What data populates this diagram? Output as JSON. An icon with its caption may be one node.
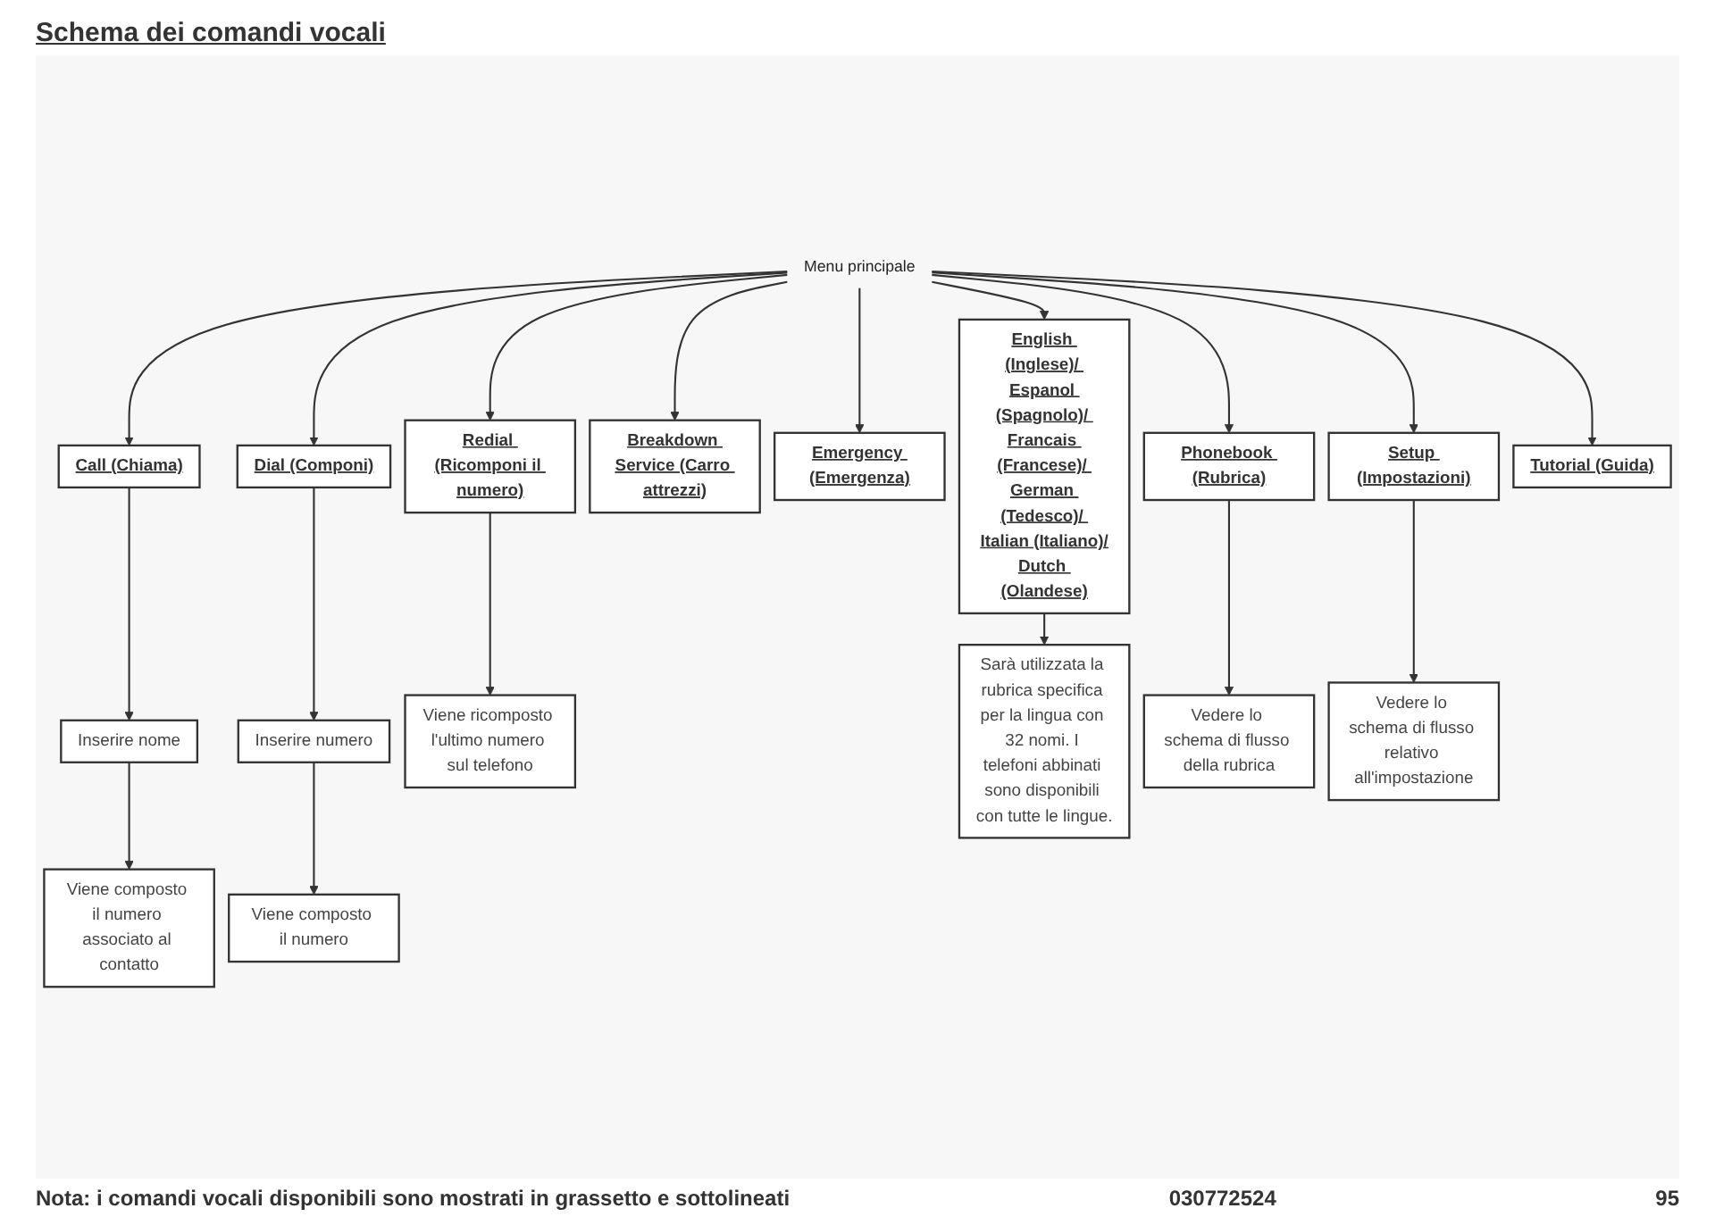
{
  "diagram": {
    "title": "Schema dei comandi vocali",
    "nodes": [
      {
        "text": [
          "Menu principale"
        ]
      },
      {
        "text": [
          "Call (Chiama)"
        ]
      },
      {
        "text": [
          "Dial (Componi)"
        ]
      },
      {
        "text": [
          "Redial (Ricomponi il numero)"
        ]
      },
      {
        "text": [
          "Breakdown Service (Carro attrezzi)"
        ]
      },
      {
        "text": [
          "Emergency (Emergenza)"
        ]
      },
      {
        "text": [
          "English (Inglese)/ Espanol (Spagnolo)/ Francais (Francese)/ German (Tedesco)/ Italian (Italiano)/",
          "Dutch (Olandese)"
        ]
      },
      {
        "text": [
          "Phonebook (Rubrica)"
        ]
      },
      {
        "text": [
          "Setup (Impostazioni)"
        ]
      },
      {
        "text": [
          "Tutorial (Guida)"
        ]
      },
      {
        "text": [
          "Inserire nome"
        ]
      },
      {
        "text": [
          "Inserire numero"
        ]
      },
      {
        "text": [
          "Viene ricomposto l'ultimo numero sul telefono"
        ]
      },
      {
        "text": [
          "Sarà utilizzata la rubrica specifica per la lingua con 32 nomi. I telefoni abbinati sono disponibili con tutte le lingue."
        ]
      },
      {
        "text": [
          "Vedere lo schema di flusso della rubrica"
        ]
      },
      {
        "text": [
          "Vedere lo schema di flusso relativo all'impostazione"
        ]
      },
      {
        "text": [
          "Viene composto il numero associato al contatto"
        ]
      },
      {
        "text": [
          "Viene composto il numero"
        ]
      }
    ],
    "edges": [
      {
        "from": 0,
        "to": 1,
        "arrow": "to"
      },
      {
        "from": 0,
        "to": 2,
        "arrow": "to"
      },
      {
        "from": 0,
        "to": 3,
        "arrow": "to"
      },
      {
        "from": 0,
        "to": 4,
        "arrow": "to"
      },
      {
        "from": 0,
        "to": 5,
        "arrow": "to"
      },
      {
        "from": 0,
        "to": 6,
        "arrow": "to"
      },
      {
        "from": 0,
        "to": 7,
        "arrow": "to"
      },
      {
        "from": 0,
        "to": 8,
        "arrow": "to"
      },
      {
        "from": 0,
        "to": 9,
        "arrow": "to"
      },
      {
        "from": 1,
        "to": 10,
        "arrow": "to"
      },
      {
        "from": 2,
        "to": 11,
        "arrow": "to"
      },
      {
        "from": 3,
        "to": 12,
        "arrow": "to"
      },
      {
        "from": 6,
        "to": 13,
        "arrow": "to"
      },
      {
        "from": 7,
        "to": 14,
        "arrow": "to"
      },
      {
        "from": 8,
        "to": 15,
        "arrow": "to"
      },
      {
        "from": 10,
        "to": 16,
        "arrow": "to"
      },
      {
        "from": 11,
        "to": 17,
        "arrow": "to"
      }
    ],
    "labels": [
      "Nota: i comandi vocali disponibili sono mostrati in grassetto e sottolineati",
      "030772524",
      "95"
    ]
  }
}
